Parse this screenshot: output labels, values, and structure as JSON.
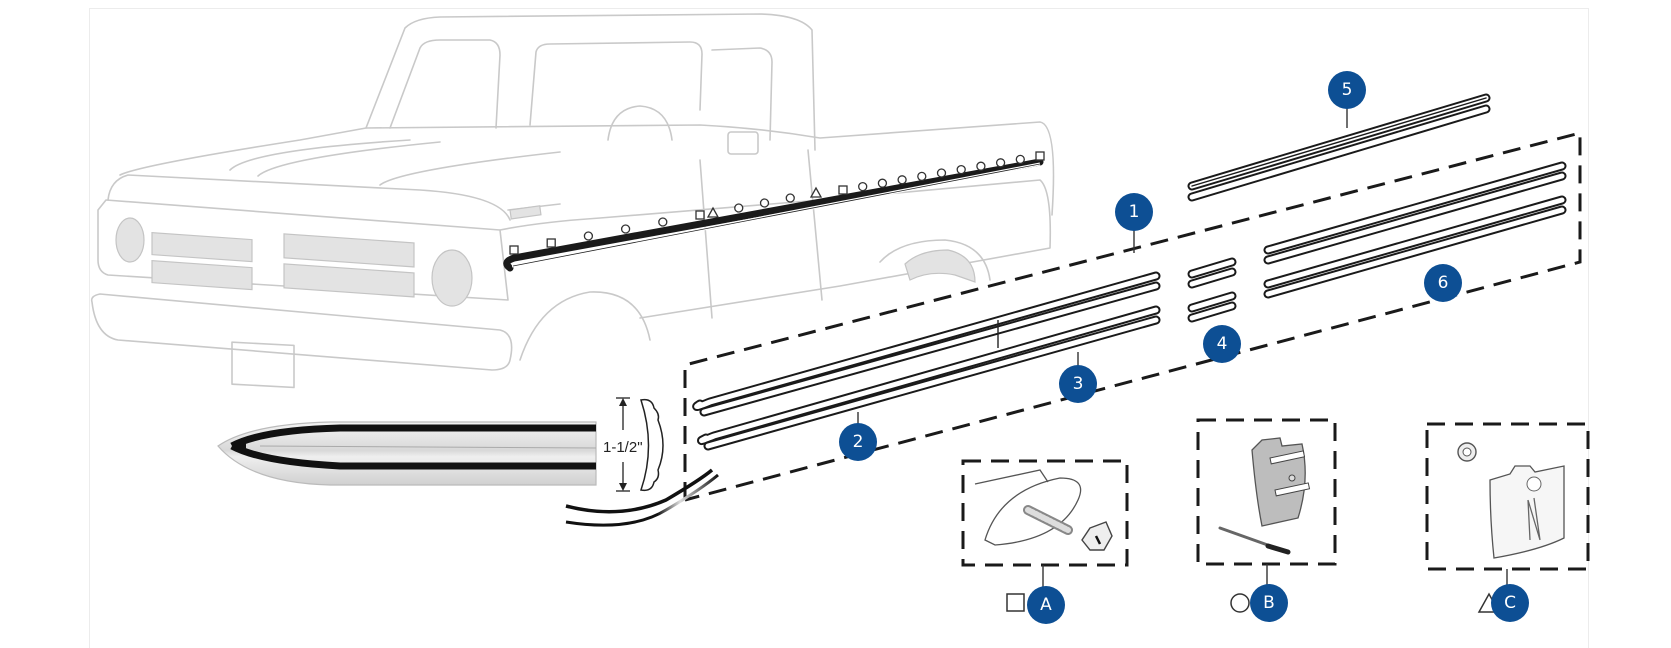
{
  "diagram": {
    "subject": "Truck side body molding kit exploded view",
    "accent_color": "#0d4f94",
    "dimension_label": "1-1/2\"",
    "callouts": [
      {
        "id": "1",
        "label": "1",
        "part": "molding-set-full-group"
      },
      {
        "id": "2",
        "label": "2",
        "part": "front-fender-molding-lower"
      },
      {
        "id": "3",
        "label": "3",
        "part": "front-fender-molding-upper"
      },
      {
        "id": "4",
        "label": "4",
        "part": "door-molding-short-pieces"
      },
      {
        "id": "5",
        "label": "5",
        "part": "cab-molding"
      },
      {
        "id": "6",
        "label": "6",
        "part": "bed-molding"
      }
    ],
    "clips": [
      {
        "id": "A",
        "label": "A",
        "marker": "square",
        "marker_glyph": "□",
        "description": "stud clip with nut"
      },
      {
        "id": "B",
        "label": "B",
        "marker": "circle",
        "marker_glyph": "○",
        "description": "rivet-on clip"
      },
      {
        "id": "C",
        "label": "C",
        "marker": "triangle",
        "marker_glyph": "△",
        "description": "slide-on clip with nut"
      }
    ],
    "clip_positions": {
      "fender": [
        "square",
        "square",
        "circle",
        "circle",
        "circle",
        "square"
      ],
      "door": [
        "triangle",
        "circle",
        "circle",
        "circle",
        "triangle"
      ],
      "bed": [
        "square",
        "circle",
        "circle",
        "circle",
        "circle",
        "circle",
        "circle",
        "circle",
        "circle",
        "circle",
        "square"
      ]
    }
  }
}
